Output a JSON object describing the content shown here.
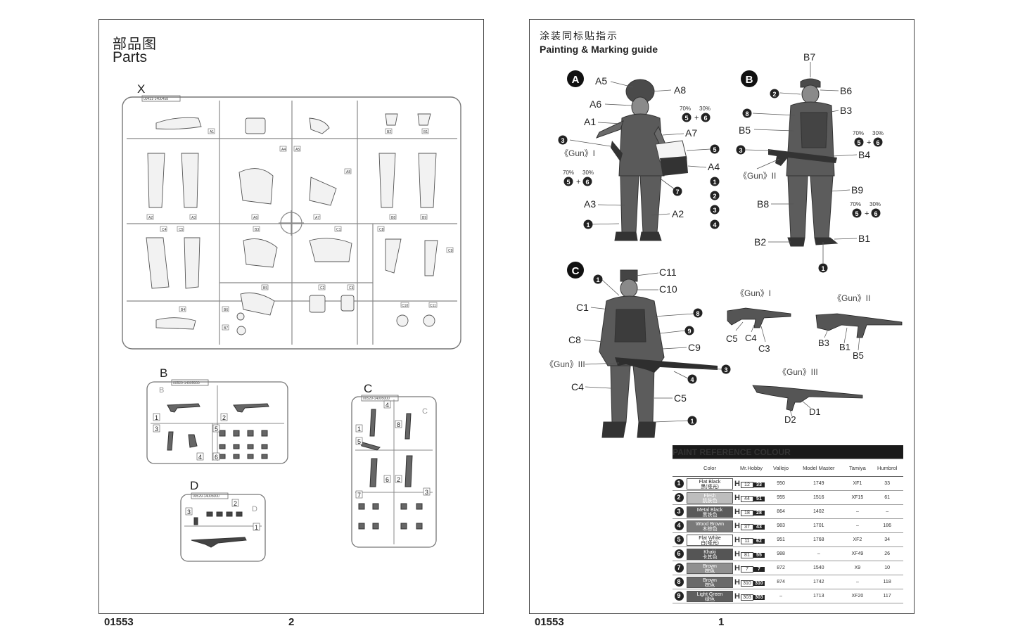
{
  "left_page": {
    "title_cn": "部品图",
    "title_en": "Parts",
    "footer_code": "01553",
    "footer_page": "2",
    "sprue_x": {
      "label": "X",
      "code": "00431-1400458",
      "part_labels": [
        "A1",
        "A2",
        "A3",
        "A4",
        "A5",
        "A6",
        "A7",
        "A8",
        "B1",
        "B2",
        "B3",
        "B4",
        "B5",
        "B6",
        "B7",
        "B8",
        "B9",
        "C1",
        "C2",
        "C3",
        "C4",
        "C5",
        "C8",
        "C9",
        "C10",
        "C11"
      ]
    },
    "sprue_b": {
      "label": "B",
      "code": "00529-14005000",
      "inner_label": "B",
      "numbers": [
        "1",
        "2",
        "3",
        "4",
        "5",
        "6"
      ]
    },
    "sprue_c": {
      "label": "C",
      "code": "00529-14005000",
      "inner_label": "C",
      "numbers": [
        "1",
        "2",
        "3",
        "4",
        "5",
        "6",
        "7",
        "8"
      ]
    },
    "sprue_d": {
      "label": "D",
      "code": "00529-14005000",
      "inner_label": "D",
      "numbers": [
        "1",
        "2",
        "3"
      ]
    }
  },
  "right_page": {
    "title_cn": "涂装同标贴指示",
    "title_en": "Painting & Marking guide",
    "footer_code": "01553",
    "footer_page": "1",
    "figure_a": {
      "badge": "A",
      "labels": [
        "A5",
        "A8",
        "A6",
        "A1",
        "A7",
        "A4",
        "A3",
        "A2"
      ],
      "gun_label": "《Gun》I",
      "mix1": {
        "pct1": "70%",
        "pct2": "30%",
        "c1": "5",
        "c2": "6"
      },
      "mix2": {
        "pct1": "70%",
        "pct2": "30%",
        "c1": "5",
        "c2": "6"
      },
      "callouts": [
        "3",
        "5",
        "1",
        "2",
        "3",
        "4",
        "7",
        "1"
      ]
    },
    "figure_b": {
      "badge": "B",
      "labels": [
        "B7",
        "B6",
        "B3",
        "B5",
        "B4",
        "B9",
        "B8",
        "B2",
        "B1"
      ],
      "gun_label": "《Gun》II",
      "mix1": {
        "pct1": "70%",
        "pct2": "30%",
        "c1": "5",
        "c2": "6"
      },
      "mix2": {
        "pct1": "70%",
        "pct2": "30%",
        "c1": "5",
        "c2": "6"
      },
      "callouts": [
        "2",
        "8",
        "3",
        "1"
      ]
    },
    "figure_c": {
      "badge": "C",
      "labels": [
        "C11",
        "C10",
        "C1",
        "C8",
        "C9",
        "C4",
        "C5"
      ],
      "gun_label": "《Gun》III",
      "callouts": [
        "1",
        "8",
        "9",
        "3",
        "4",
        "1"
      ]
    },
    "guns": {
      "g1": {
        "title": "《Gun》I",
        "parts": [
          "C5",
          "C4",
          "C3"
        ]
      },
      "g2": {
        "title": "《Gun》II",
        "parts": [
          "B3",
          "B1",
          "B5"
        ]
      },
      "g3": {
        "title": "《Gun》III",
        "parts": [
          "D2",
          "D1"
        ]
      }
    },
    "paint_table": {
      "title": "PAINT  REFERENCE COLOUR",
      "headers": [
        "Color",
        "Mr.Hobby",
        "Vallejo",
        "Model Master",
        "Tamiya",
        "Humbrol"
      ],
      "rows": [
        {
          "num": "1",
          "color_en": "Flat Black",
          "color_cn": "黑(哑光)",
          "swatch": "#ffffff",
          "text_color": "#222222",
          "h": "H",
          "mh1": "12",
          "mh2": "33",
          "vallejo": "950",
          "model_master": "1749",
          "tamiya": "XF1",
          "humbrol": "33"
        },
        {
          "num": "2",
          "color_en": "Flesh",
          "color_cn": "肌肤色",
          "swatch": "#bdbdbd",
          "text_color": "#ffffff",
          "h": "H",
          "mh1": "44",
          "mh2": "51",
          "vallejo": "955",
          "model_master": "1516",
          "tamiya": "XF15",
          "humbrol": "61"
        },
        {
          "num": "3",
          "color_en": "Metal Black",
          "color_cn": "黑铁色",
          "swatch": "#5a5a5a",
          "text_color": "#ffffff",
          "h": "H",
          "mh1": "18",
          "mh2": "28",
          "vallejo": "864",
          "model_master": "1402",
          "tamiya": "–",
          "humbrol": "–"
        },
        {
          "num": "4",
          "color_en": "Wood Brown",
          "color_cn": "木棕色",
          "swatch": "#7a7a7a",
          "text_color": "#ffffff",
          "h": "H",
          "mh1": "37",
          "mh2": "43",
          "vallejo": "983",
          "model_master": "1701",
          "tamiya": "–",
          "humbrol": "186"
        },
        {
          "num": "5",
          "color_en": "Flat White",
          "color_cn": "白(哑光)",
          "swatch": "#ffffff",
          "text_color": "#222222",
          "h": "H",
          "mh1": "11",
          "mh2": "62",
          "vallejo": "951",
          "model_master": "1768",
          "tamiya": "XF2",
          "humbrol": "34"
        },
        {
          "num": "6",
          "color_en": "Khaki",
          "color_cn": "卡其色",
          "swatch": "#555555",
          "text_color": "#ffffff",
          "h": "H",
          "mh1": "81",
          "mh2": "55",
          "vallejo": "988",
          "model_master": "–",
          "tamiya": "XF49",
          "humbrol": "26"
        },
        {
          "num": "7",
          "color_en": "Brown",
          "color_cn": "棕色",
          "swatch": "#909090",
          "text_color": "#ffffff",
          "h": "H",
          "mh1": "7",
          "mh2": "7",
          "vallejo": "872",
          "model_master": "1540",
          "tamiya": "X9",
          "humbrol": "10"
        },
        {
          "num": "8",
          "color_en": "Brown",
          "color_cn": "棕色",
          "swatch": "#6a6a6a",
          "text_color": "#ffffff",
          "h": "H",
          "mh1": "310",
          "mh2": "310",
          "vallejo": "874",
          "model_master": "1742",
          "tamiya": "–",
          "humbrol": "118"
        },
        {
          "num": "9",
          "color_en": "Light Green",
          "color_cn": "绿色",
          "swatch": "#5f5f5f",
          "text_color": "#ffffff",
          "h": "H",
          "mh1": "303",
          "mh2": "303",
          "vallejo": "–",
          "model_master": "1713",
          "tamiya": "XF20",
          "humbrol": "117"
        }
      ]
    }
  }
}
